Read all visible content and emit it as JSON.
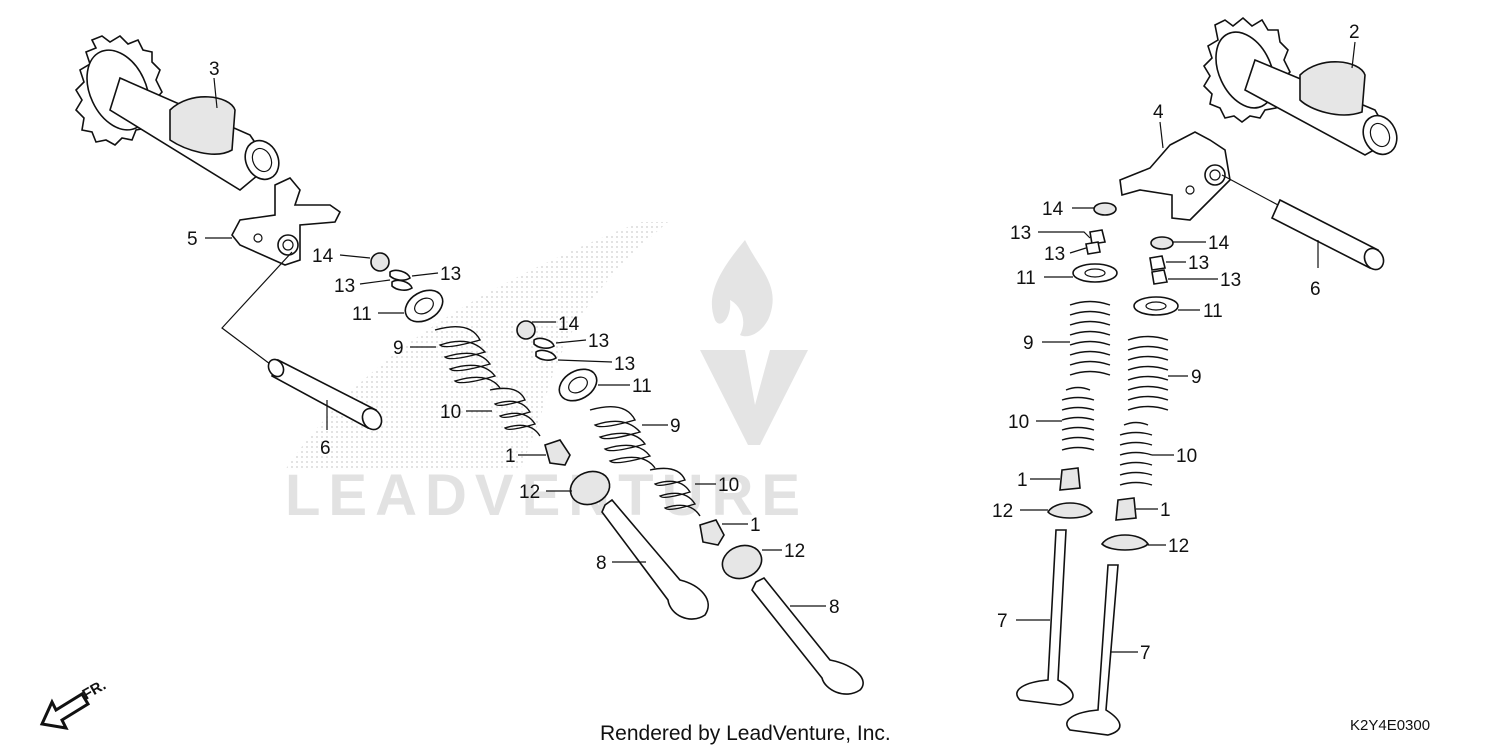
{
  "watermark": {
    "text": "LEADVENTURE",
    "color": "#d9d9d9",
    "dots_color": "#cfcfcf"
  },
  "footer": {
    "rendered_by": "Rendered by LeadVenture, Inc.",
    "diagram_code": "K2Y4E0300"
  },
  "front_indicator": {
    "label": "FR."
  },
  "labels": {
    "l3": "3",
    "l2": "2",
    "l4": "4",
    "l5": "5",
    "l6a": "6",
    "l6b": "6",
    "l14a": "14",
    "l14b": "14",
    "l14c": "14",
    "l14d": "14",
    "l13a": "13",
    "l13b": "13",
    "l13c": "13",
    "l13d": "13",
    "l13e": "13",
    "l13f": "13",
    "l13g": "13",
    "l13h": "13",
    "l11a": "11",
    "l11b": "11",
    "l11c": "11",
    "l11d": "11",
    "l9a": "9",
    "l9b": "9",
    "l9c": "9",
    "l9d": "9",
    "l10a": "10",
    "l10b": "10",
    "l10c": "10",
    "l10d": "10",
    "l1a": "1",
    "l1b": "1",
    "l1c": "1",
    "l1d": "1",
    "l12a": "12",
    "l12b": "12",
    "l12c": "12",
    "l12d": "12",
    "l8a": "8",
    "l8b": "8",
    "l7a": "7",
    "l7b": "7"
  }
}
